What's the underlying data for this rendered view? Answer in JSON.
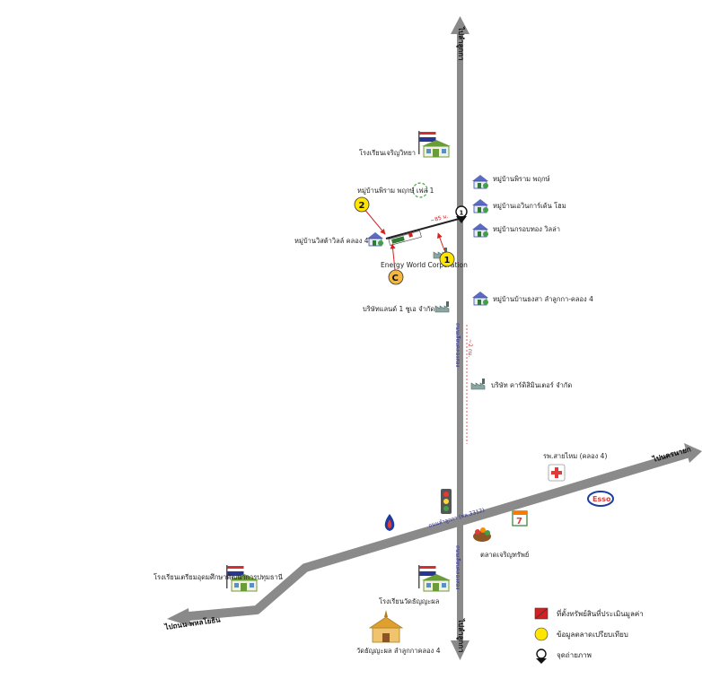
{
  "roads": {
    "vertical_north": "ไปลำลูกกา",
    "vertical_south": "ไปลำลูกกา",
    "horizontal_east": "ไปนครนายก",
    "horizontal_west": "ไปถนน พหลโยธิน",
    "vertical_name": "ถนนเลียบคลองสอง",
    "vertical_name_south": "ถนนเลียบคลองสอง",
    "horizontal_name": "ถนนลำลูกกา (ทล.3312)",
    "distance_vertical": "~2 กม.",
    "distance_access": "~85 ม."
  },
  "places": {
    "school_north": "โรงเรียนเจริญวิทยา",
    "village_sabai_top": "หมู่บ้านพิราม พฤกษ์ เฟส 1",
    "village_wisdom": "หมู่บ้านวิสต้าวิลล์ คลอง 4",
    "energy_world": "Energy World Corporation",
    "company_seven": "บริษัทแลนด์ 1 ชูเอ จำกัด",
    "village_1": "หมู่บ้านพิราม พฤกษ์",
    "village_2": "หมู่บ้านเอวินการ์เด้น โฮม",
    "village_3": "หมู่บ้านกรอบทอง วิลล่า",
    "village_4": "หมู่บ้านบ้านธงสา ลำลูกกา-คลอง 4",
    "company_east": "บริษัท คาร์ดิสิมินเตอร์ จำกัด",
    "hospital": "รพ.สายไหม (คลอง 4)",
    "market": "ตลาดเจริญทรัพย์",
    "school_sw": "โรงเรียนเตรียมอุดมศึกษาพัฒนาการปทุมธานี",
    "school_south": "โรงเรียนวัดธัญญะผล",
    "temple": "วัดธัญญะผล ลำลูกกาคลอง 4"
  },
  "markers": {
    "m1": "1",
    "m2": "2",
    "mc": "C",
    "photo": "1"
  },
  "brands": {
    "esso": "Esso",
    "seven": "7"
  },
  "legend": {
    "subject": "ที่ตั้งทรัพย์สินที่ประเมินมูลค่า",
    "comparable": "ข้อมูลตลาดเปรียบเทียบ",
    "photo_point": "จุดถ่ายภาพ"
  },
  "colors": {
    "road": "#8a8a8a",
    "road_edge": "#6f6f6f",
    "marker_yellow": "#ffe500",
    "marker_orange": "#f6b73c",
    "subject_red": "#d42020",
    "flag_red": "#d32f2f",
    "flag_blue": "#283593"
  },
  "icons": [
    "thai-flag-school-icon",
    "village-house-icon",
    "factory-icon",
    "traffic-light-icon",
    "gas-station-icon",
    "hospital-cross-icon",
    "seven-eleven-icon",
    "esso-icon",
    "market-basket-icon",
    "temple-icon",
    "camera-point-icon"
  ]
}
